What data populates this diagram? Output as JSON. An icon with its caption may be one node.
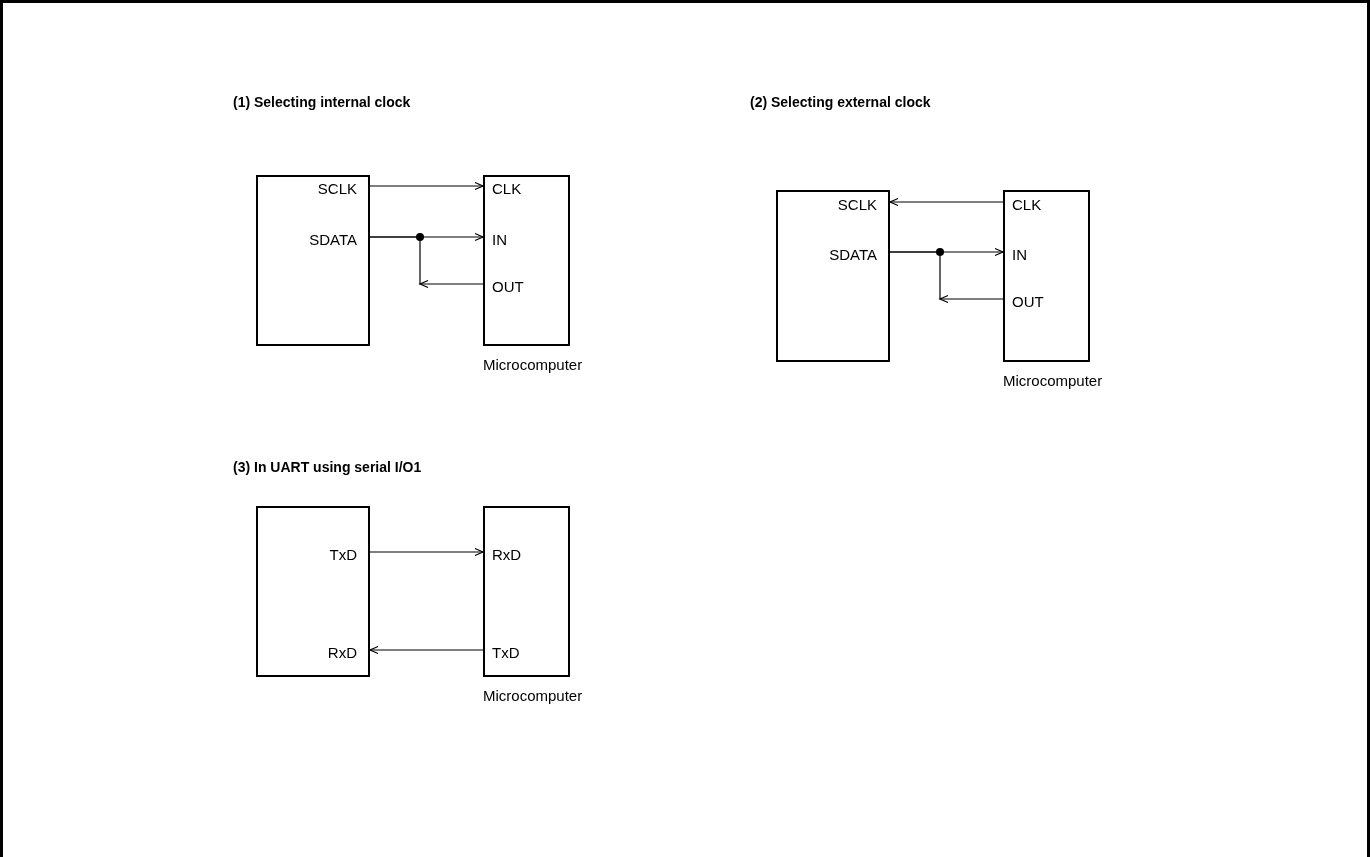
{
  "diagram": {
    "nodes": [
      {
        "text": [],
        "shape": "box"
      },
      {
        "text": [
          "SCLK"
        ],
        "in": 0
      },
      {
        "text": [
          "SDATA"
        ],
        "in": 0
      },
      {
        "text": [],
        "shape": "box",
        "beside": [
          "Microcomputer"
        ]
      },
      {
        "text": [
          "CLK"
        ],
        "in": 3
      },
      {
        "text": [
          "IN"
        ],
        "in": 3
      },
      {
        "text": [
          "OUT"
        ],
        "in": 3
      },
      {
        "text": [],
        "shape": "box"
      },
      {
        "text": [
          "SCLK"
        ],
        "in": 7
      },
      {
        "text": [
          "SDATA"
        ],
        "in": 7
      },
      {
        "text": [],
        "shape": "box",
        "beside": [
          "Microcomputer"
        ]
      },
      {
        "text": [
          "CLK"
        ],
        "in": 10
      },
      {
        "text": [
          "IN"
        ],
        "in": 10
      },
      {
        "text": [
          "OUT"
        ],
        "in": 10
      },
      {
        "text": [],
        "shape": "box"
      },
      {
        "text": [
          "TxD"
        ],
        "in": 14
      },
      {
        "text": [
          "RxD"
        ],
        "in": 14
      },
      {
        "text": [],
        "shape": "box",
        "beside": [
          "Microcomputer"
        ]
      },
      {
        "text": [
          "RxD"
        ],
        "in": 17
      },
      {
        "text": [
          "TxD"
        ],
        "in": 17
      }
    ],
    "edges": [
      {
        "from": 1,
        "to": 4,
        "arrow": "to"
      },
      {
        "from": 2,
        "to": 5,
        "arrow": "to"
      },
      {
        "from": 6,
        "to": 2,
        "arrow": "to"
      },
      {
        "from": 11,
        "to": 8,
        "arrow": "to"
      },
      {
        "from": 9,
        "to": 12,
        "arrow": "to"
      },
      {
        "from": 13,
        "to": 9,
        "arrow": "to"
      },
      {
        "from": 15,
        "to": 18,
        "arrow": "to"
      },
      {
        "from": 19,
        "to": 16,
        "arrow": "to"
      }
    ],
    "labels": [
      "(1) Selecting internal clock",
      "(2) Selecting external clock",
      "(3) In UART using serial I/O1"
    ]
  }
}
